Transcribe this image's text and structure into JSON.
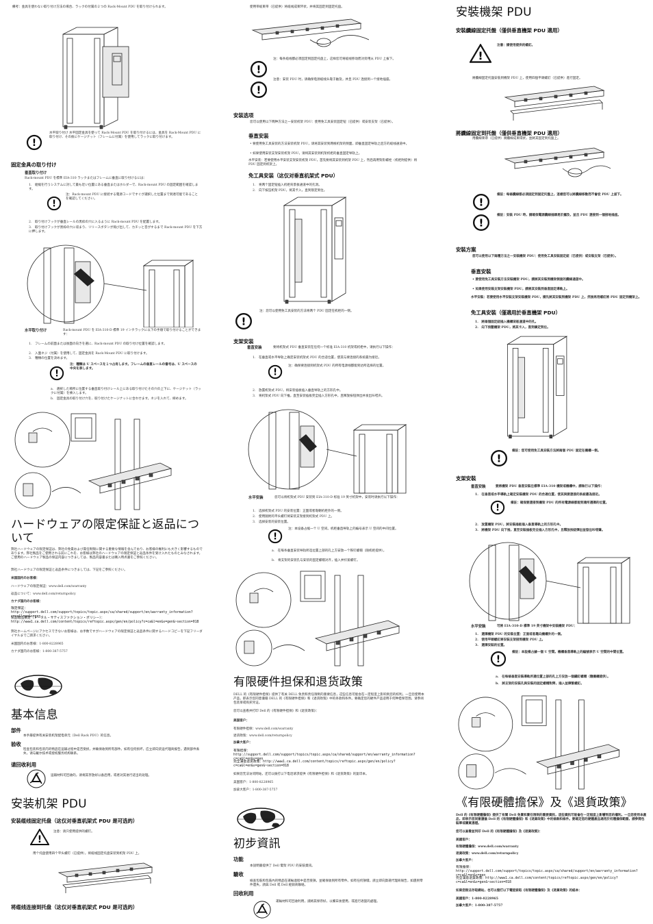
{
  "col1": {
    "intro": "備考：金具を使わない取り付け方法の場合、ラックの付属の２つの Rack-Mount PDU を取り付けられます。",
    "horiz_note": "水平取り付け 水平固定金具を使って Rack-Mount PDU を取り付けるには、金具を Rack-Mount PDU に取り付け、その後にケージナット（フレームに付属）を使用してラックに取り付けます。",
    "bracket_title": "固定金具の取り付け",
    "vertical_title": "垂直取り付け",
    "vertical_desc": "Rack-mount PDU を標準 EIA-310 ラックまたはフレームに垂直に取り付けるには：",
    "v_step1": "1.　組縦を行うシステムに対して最も近い位置にある垂直またはホルダーで、Rack-mount PDU の固定範囲を確認します。",
    "v_note1": "注：Rack-mount PDU に接続する電源コードですぐが選択した位置まで到達可能であることを確認してください。",
    "v_step2": "2.　取り付けフックが垂直レールの黒枠の穴に入るように Rack-mount PDU を配置します。",
    "v_step3": "3.　取り付けフックが黒枠の穴に収まり、リリースボタンが飛び出して、カチッと音がするまで Rack-mount PDU を下方に押します。",
    "horizontal_title": "水平取り付け",
    "horizontal_desc": "Rack-mount PDU を EIA-310-D 標準 19 インチラックに以下の手順で取り付けることができます：",
    "h_step1": "1.　フレームの前面または後面の向きを選に、Rack-mount PDU の取り付け位置を確認します。",
    "h_step2": "2.　入面ネジ（付属）を使用して、固定金具を Rack-Mount PDU に取り付けます。",
    "h_step3": "3.　種類の位置を決めます。",
    "h_note": "注：種類は U スペースを１つ占有します。フレームの垂直レールの番号は、U スペースの中央を表します。",
    "h_sub_a": "a.　選択した場所に位置する垂直取り付けレール上にある取り付けたその穴の上下に、ケージナット（ラックに付属）を挿入します。",
    "h_sub_b": "b.　固定金具の取り付け穴を、取り付けたケージナットに合わせます。ネジを入れて、締めます。",
    "warranty_title": "ハードウェアの限定保証と返品について",
    "warranty_p1": "弊社ハードウェアの限定保証は、弊社の免責および責任制限に関する重要な情報を含んでおり、お客様の権利にも大きく影響するものであります。弊社製品をご使用される前にこれを、お客様は弊社のハードウェアの限定保証と返品条件を受け入れたものとみなされます。ご使用のハードウェア製品の保証内容につきましては、製品内容書または購入時点書をご参照ください。",
    "warranty_p2": "弊社ハードウェアの限定保証と返品条件につきましては、下記をご参照ください。",
    "us_label": "米国国内のお客様：",
    "us_warranty": "ハードウェアの限定保証：www.dell.com/warranty",
    "us_return": "返品について：www.dell.com/returnpolicy",
    "ca_label": "カナダ国内のお客様：",
    "ca_1": "限定保証：http://support.dell.com/support/topics/topic.aspx/ca/shared/support/en/warranty_information?c=ca&l=en&s=gen",
    "ca_2": "製品返品規定（トータル・サティスファクション・ポリシー）：http://www1.ca.dell.com/content/topics/reftopic.aspx/gen/en/policy?c=ca&l=en&s=gen&~section=018",
    "ca_3": "弊社ホームページにアクセスできないお客様は、お手数ですがハードウェアの限定保証と返品条件に関するハードコピーを下記フリーダイヤルまでご請求ください。",
    "us_phone": "米国国内のお客様：1-800-8228965",
    "ca_phone": "カナダ国内のお客様：1-800-387-5757",
    "basic_title": "基本信息",
    "parts_label": "部件",
    "parts_text": "本手册提供有关安装机架配电单元（Dell Rack PDU）的信息。",
    "acceptance_label": "验收",
    "acceptance_text": "检查包装和包装内的物品在运输过程中是否受损，并确保收到所有部件。如有任何损坏，应立即向货运代理商报告。遇到部件丢失，请与戴尔技术或授权服务机构联系。",
    "recycle_label": "请回收利用",
    "recycle_text": "运输材料可回收的，请将其存放好以备后用，或者对其进行适当的处理。",
    "install_title": "安装机架 PDU",
    "cable_tray_title": "安装缆线固定托盘（这仅对垂直机架式 PDU 是可选的）",
    "cable_tray_caution": "注意：请只使用提供的螺钉。",
    "cable_tray_step": "用个托盘使用四个平头螺钉（已提供），将缆线固定托盘安装到机架 PDU 上。",
    "cable_connect_title": "将缆线连接到托盘（这仅对垂直机架式 PDU 是可选的）"
  },
  "col2": {
    "tie_step": "使用带缆束带（已提供）将缆线成束环状，并将其固定到固定托盘。",
    "tie_note1": "注：每条缆线都必须固定到固定托盘上，这样您可将缆线移动而对旁用从 PDU 上拔下。",
    "tie_note2": "注意：安装 PDU 时，请确保电源缆线头靠于触及，并且 PDU 连接到一个接地插座。",
    "options_title": "安装选项",
    "options_text": "您可以使用以下两种方法之一安装机架 PDU：使用免工具安装固定钮（已提供）或安装支架（已提供）。",
    "vertical_title": "垂直安装",
    "v_bullet1": "• 要使用免工具安装的方法安装机架 PDU，请将其安装到两根机架的侧面，即垂直固定导轨之后方的缆线通道中。",
    "v_bullet2": "• 如果使用安装支架安装机架 PDU，请将其安装到机架机柜的垂直固定导轨上。",
    "horizontal_note": "水平安装：若要使用水平安装支架安装机架 PDU，首先要将其安装到机架 PDU 上，然后再用架形螺栓（机柜附提供）将 PDU 固定到机架上。",
    "toolless_title": "免工具安装（这仅对垂直机架式 PDU）",
    "tl_step1": "1.　将两个固定钮插入机柜背景板通道中的孔洞。",
    "tl_step2": "2.　向下按压机架 PDU，将其卡入，直到锁定到位。",
    "tl_note": "注：您可以使用免工具安装的方法将两个 PDU 固定在机柜的一侧。",
    "bracket_title": "支架安装",
    "vertical_label": "垂直安装",
    "vertical_desc": "要将机架式 PDU 垂直安装在任何一个标准 EIA-310 机架或机柜中，请执行以下操作：",
    "b_step1": "1.　在垂直或水平导轨上确定安装机架式 PDU 的合适位置，使其与要连接的系统最为接近。",
    "b_note1": "注：确保要连接到机架式 PDU 的所有电源线都能到达所选择的位置。",
    "b_step2": "2.　放置机架式 PDU，将安装插板插入垂直导轨上的方形孔中。",
    "b_step3": "3.　将机架式 PDU 向下推，直至安装插板完全插入方形孔中，且释放按钮弹出并发出咔嗒声。",
    "horizontal_label": "水平安装",
    "horizontal_desc": "您可以将机架式 PDU 安装到 EIA-310-D 标准 19 英寸机架中，安装时请执行以下操作：",
    "h_step1": "1.　选择机架式 PDU 的安装位置：正面或者靠朝机柜外的一侧。",
    "h_step2": "2.　使用随附的平头螺钉将安装支架接到机架式 PDU 上。",
    "h_step3": "3.　选择安装的安装位置。",
    "h_note": "注：本设备占据一个 U 空间。机柜垂直导轨上的编号表示 U 空间的中间位置。",
    "h_sub_a": "a.　在每条垂直安装导轨所选位置上部的孔上方安放一个铁钉螺帽（随机柜提供）。",
    "h_sub_b": "b.　将支架的安装孔与安装的固定螺帽对齐，插入并拧紧螺钉。",
    "warranty_title": "有限硬件担保和退货政策",
    "warranty_p1": "DELL 的《有限硬件担保》提供了有关 DELL 免责和责任限制的重要信息，这些信息可能会在一定程度上影响到您的权利。一旦您使用本产品，即表示您同意遵循 DELL 的《有限硬件担保》和《退货政策》中的条款和条件。要确定您的硬件产品适用于何种担保范围，请参阅包装单或购买凭证。",
    "warranty_p2": "您可以查看并打印 Dell 的《有限硬件担保》和《退货政策》：",
    "us_label": "美国客户：",
    "us_warranty": "有限硬件担保：www.dell.com/warranty",
    "us_return": "退货政策：www.dell.com/returnpolicy",
    "ca_label": "加拿大客户：",
    "ca_1": "有限担保：http://support.dell.com/support/topics/topic.aspx/ca/shared/support/en/warranty_information?c=ca&l=en&s=gen",
    "ca_2": "完全满意退货政策：http://www1.ca.dell.com/content/topics/reftopic.aspx/gen/en/policy?c=ca&l=en&s=gen&~section=018",
    "ca_3": "如果您无法访问网站，还可以拨打以下电话请求提供《有限硬件担保》和《退货政策》的复印本。",
    "us_phone": "美国客户：1-800-8228965",
    "ca_phone": "加拿大客户：1-800-387-5757",
    "basic_title": "初步資訊",
    "func_label": "功能",
    "func_text": "本說明書提供了 Dell 電架 PDU 的安裝資訊。",
    "acceptance_label": "驗收",
    "acceptance_text": "檢查包裝和包裝內的物品在運輸過程中是否受損，並確保收到所有零件。如有任何損壞，請立即向貨運代理商報告，如遇到零件遺失，請與 Dell 或 Dell 經銷商聯絡。",
    "recycle_label": "回收利用",
    "recycle_text": "運輸材料可回收利用，請將其保存好，以備日後使用，或進行適當的處理。"
  },
  "col3": {
    "install_title": "安裝機架 PDU",
    "tray_title": "安裝纜線固定托盤（僅供垂直機架 PDU 適用）",
    "tray_caution": "注意：請使用提供的螺釘。",
    "tray_step": "將纜線固定托盤安裝到機架 PDU 上，使用四個平頭螺釘（已提供）進行固定。",
    "connect_title": "將纜線固定到托盤（僅供垂直機架 PDU 適用）",
    "connect_step": "用纜線束帶（已提供）將纜線成束環狀，並將其固定到托盤上。",
    "note1": "備註：每條纜線都必須固定到固定托盤上，這樣您可以將纜線移動而不會從 PDU 上拔下。",
    "note2": "備註：安裝 PDU 時，請確保電源纜線插頭易於觸及，並且 PDU 連接到一個接地插座。",
    "options_title": "安裝方案",
    "options_text": "您可以使用以下兩種方法之一安裝機架 PDU：使用免工具安裝固定鈕（已提供）或安裝支架（已提供）。",
    "vertical_title": "垂直安裝",
    "v_bullet1": "• 要使用免工具安裝方法安裝機架 PDU，請將其安裝到機架側面的纜線通道中。",
    "v_bullet2": "• 如果使用安裝支架安裝機架 PDU，請將其安裝到垂直固定導軌上。",
    "horizontal_note": "水平安裝：若要使用水平安裝支架安裝機架 PDU，請先將其安裝到機架 PDU 上，然後再用螺釘將 PDU 固定到機架上。",
    "toolless_title": "免工具安裝（僅適用於垂直機架 PDU）",
    "tl_step1": "1.　將兩個固定鈕插入機櫃背板通道中的孔。",
    "tl_step2": "2.　向下按壓機架 PDU，將其卡入，直到鎖定到位。",
    "tl_note": "備註：您可使用免工具安裝方法將兩個 PDU 固定在機櫃一側。",
    "bracket_title": "支架安裝",
    "vertical_label": "垂直安裝",
    "vertical_desc": "要將機架 PDU 垂直安裝在標準 EIA-310 機架或機櫃中，請執行以下操作：",
    "b_step1": "1.　在垂直或水平導軌上確定安裝機架 PDU 的合適位置，使其與要連接的系統最為接近。",
    "b_note1": "備註：確保要連接到機架 PDU 的所有電源線都能到達所選擇的位置。",
    "b_step2": "2.　放置機架 PDU，將安裝插板插入垂直導軌上的方形孔中。",
    "b_step3": "3.　將機架 PDU 向下推，直至安裝插板完全插入方形孔中，且釋放按鈕彈出並發出咔嗒聲。",
    "horizontal_label": "水平安裝",
    "horizontal_desc": "可將 EIA-310-D 標準 19 英寸機架中安裝機架 PDU：",
    "h_step1": "1.　選擇機架 PDU 的安裝位置：正面或者靠向機櫃外的一側。",
    "h_step2": "2.　使用平頭螺釘將安裝支架接到機架 PDU 上。",
    "h_step3": "3.　選擇安裝的位置。",
    "h_note": "備註：本設備占據一個 U 空間。機櫃垂直導軌上的編號表示 U 空間的中間位置。",
    "h_sub_a": "a.　在每條垂直安裝導軌所選位置上部的孔上方安放一個鐵釘螺帽（隨機櫃提供）。",
    "h_sub_b": "b.　將支架的安裝孔與安裝的固定螺帽對齊，插入並擰緊螺釘。",
    "warranty_title": "《有限硬體擔保》及《退貨政策》",
    "warranty_p1": "Dell 的《有限硬體擔保》提供了有關 Dell 免責和責任限制的重要資訊，這些資訊可能會在一定程度上影響到您的權利。一旦您使用本產品，即表示您同意遵循 Dell 的《有限硬體擔保》和《退貨政策》中的條款和條件。要確定您的硬體產品適用於何種擔保範圍，請參閱包裝單或購買憑證。",
    "warranty_p2": "您可以查看並列印 Dell 的《有限硬體擔保》及《退貨政策》：",
    "us_label": "美國客戶：",
    "us_warranty": "有限硬體擔保：www.dell.com/warranty",
    "us_return": "退貨政策：www.dell.com/returnpolicy",
    "ca_label": "加拿大客戶：",
    "ca_1": "有限擔保：http://support.dell.com/support/topics/topic.aspx/ca/shared/support/en/warranty_information?c=ca&l=en&s=gen",
    "ca_2": "完全滿意退貨政策：http://www1.ca.dell.com/content/topics/reftopic.aspx/gen/en/policy?c=ca&l=en&s=gen&~section=018",
    "ca_3": "如果您無法存取網站，也可以撥打以下電話索取《有限硬體擔保》及《退貨政策》的紙本：",
    "us_phone": "美國客戶：1-800-8228965",
    "ca_phone": "加拿大客戶：1-800-387-5757"
  }
}
